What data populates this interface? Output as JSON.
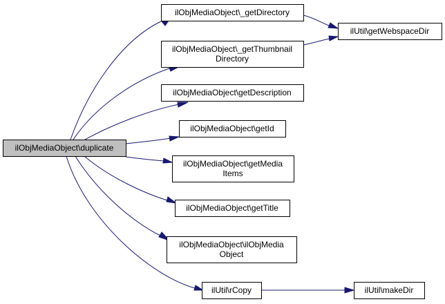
{
  "colors": {
    "edge": "#191970",
    "root_fill": "#bfbfbf",
    "node_fill": "#ffffff",
    "node_border": "#000000"
  },
  "nodes": [
    {
      "id": "duplicate",
      "lines": [
        "ilObjMediaObject\\duplicate"
      ],
      "root": true
    },
    {
      "id": "getDirectory",
      "lines": [
        "ilObjMediaObject\\_getDirectory"
      ]
    },
    {
      "id": "getThumbnailDirectory",
      "lines": [
        "ilObjMediaObject\\_getThumbnail",
        "Directory"
      ]
    },
    {
      "id": "getDescription",
      "lines": [
        "ilObjMediaObject\\getDescription"
      ]
    },
    {
      "id": "getId",
      "lines": [
        "ilObjMediaObject\\getId"
      ]
    },
    {
      "id": "getMediaItems",
      "lines": [
        "ilObjMediaObject\\getMedia",
        "Items"
      ]
    },
    {
      "id": "getTitle",
      "lines": [
        "ilObjMediaObject\\getTitle"
      ]
    },
    {
      "id": "ilObjMediaObject",
      "lines": [
        "ilObjMediaObject\\ilObjMedia",
        "Object"
      ]
    },
    {
      "id": "rCopy",
      "lines": [
        "ilUtil\\rCopy"
      ]
    },
    {
      "id": "getWebspaceDir",
      "lines": [
        "ilUtil\\getWebspaceDir"
      ]
    },
    {
      "id": "makeDir",
      "lines": [
        "ilUtil\\makeDir"
      ]
    }
  ],
  "edges": [
    {
      "from": "duplicate",
      "to": "getDirectory"
    },
    {
      "from": "duplicate",
      "to": "getThumbnailDirectory"
    },
    {
      "from": "duplicate",
      "to": "getDescription"
    },
    {
      "from": "duplicate",
      "to": "getId"
    },
    {
      "from": "duplicate",
      "to": "getMediaItems"
    },
    {
      "from": "duplicate",
      "to": "getTitle"
    },
    {
      "from": "duplicate",
      "to": "ilObjMediaObject"
    },
    {
      "from": "duplicate",
      "to": "rCopy"
    },
    {
      "from": "getDirectory",
      "to": "getWebspaceDir"
    },
    {
      "from": "getThumbnailDirectory",
      "to": "getWebspaceDir"
    },
    {
      "from": "rCopy",
      "to": "makeDir"
    }
  ]
}
